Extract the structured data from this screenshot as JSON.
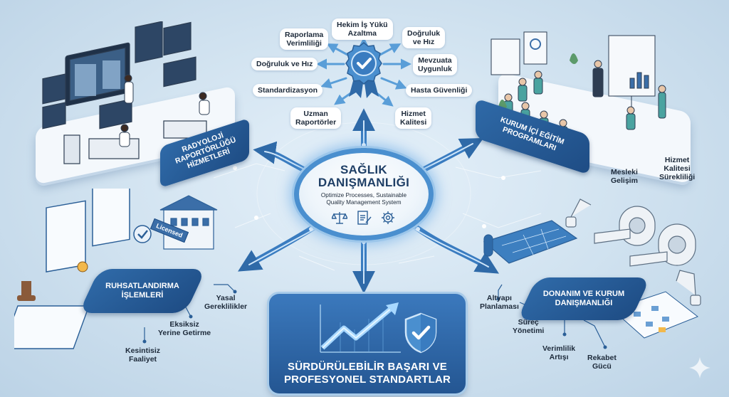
{
  "hub": {
    "title_line1": "SAĞLIK",
    "title_line2": "DANIŞMANLIĞI",
    "subtitle_line1": "Optimize Processes, Sustainable",
    "subtitle_line2": "Quality Management System",
    "icons": [
      "scales-icon",
      "document-pen-icon",
      "gear-icon"
    ]
  },
  "badge": {
    "icon": "ribbon-checkmark-icon",
    "benefits": [
      {
        "id": "hekim",
        "line1": "Hekim İş Yükü",
        "line2": "Azaltma"
      },
      {
        "id": "raporlama",
        "line1": "Raporlama",
        "line2": "Verimliliği"
      },
      {
        "id": "dogruluk-right",
        "line1": "Doğruluk",
        "line2": "ve Hız"
      },
      {
        "id": "dogruluk-left",
        "line1": "Doğruluk ve Hız",
        "line2": ""
      },
      {
        "id": "mevzuat",
        "line1": "Mevzuata",
        "line2": "Uygunluk"
      },
      {
        "id": "standard",
        "line1": "Standardizasyon",
        "line2": ""
      },
      {
        "id": "hasta",
        "line1": "Hasta Güvenliği",
        "line2": ""
      },
      {
        "id": "uzman",
        "line1": "Uzman",
        "line2": "Raportörler"
      },
      {
        "id": "hizmet",
        "line1": "Hizmet",
        "line2": "Kalitesi"
      }
    ]
  },
  "sections": {
    "radyoloji": {
      "line1": "RADYOLOJİ",
      "line2": "RAPORTÖRLÜĞÜ",
      "line3": "HİZMETLERİ"
    },
    "egitim": {
      "line1": "KURUM İÇİ EĞİTİM",
      "line2": "PROGRAMLARI",
      "sublabels": [
        {
          "line1": "Mesleki",
          "line2": "Gelişim",
          "line3": ""
        },
        {
          "line1": "Hizmet",
          "line2": "Kalitesi",
          "line3": "Sürekliliği"
        }
      ]
    },
    "ruhsat": {
      "line1": "RUHSATLANDIRMA",
      "line2": "İŞLEMLERİ",
      "building_sign": "Licensed",
      "sublabels": [
        {
          "line1": "Yasal",
          "line2": "Gereklilikler"
        },
        {
          "line1": "Eksiksiz",
          "line2": "Yerine Getirme"
        },
        {
          "line1": "Kesintisiz",
          "line2": "Faaliyet"
        }
      ]
    },
    "donanim": {
      "line1": "DONANIM VE KURUM",
      "line2": "DANIŞMANLIĞI",
      "sublabels": [
        {
          "line1": "Altyapı",
          "line2": "Planlaması"
        },
        {
          "line1": "Süreç",
          "line2": "Yönetimi"
        },
        {
          "line1": "Verimlilik",
          "line2": "Artışı"
        },
        {
          "line1": "Rekabet",
          "line2": "Gücü"
        }
      ]
    }
  },
  "outcome": {
    "line1": "SÜRDÜRÜLEBİLİR BAŞARI VE",
    "line2": "PROFESYONEL STANDARTLAR",
    "icons": [
      "growth-chart-arrow-icon",
      "shield-check-icon"
    ]
  },
  "colors": {
    "primary": "#2f6aa8",
    "dark": "#1e4c84",
    "accent_glow": "#4a8fcf",
    "background": "#d3e4f1",
    "text": "#1d2a3a"
  }
}
